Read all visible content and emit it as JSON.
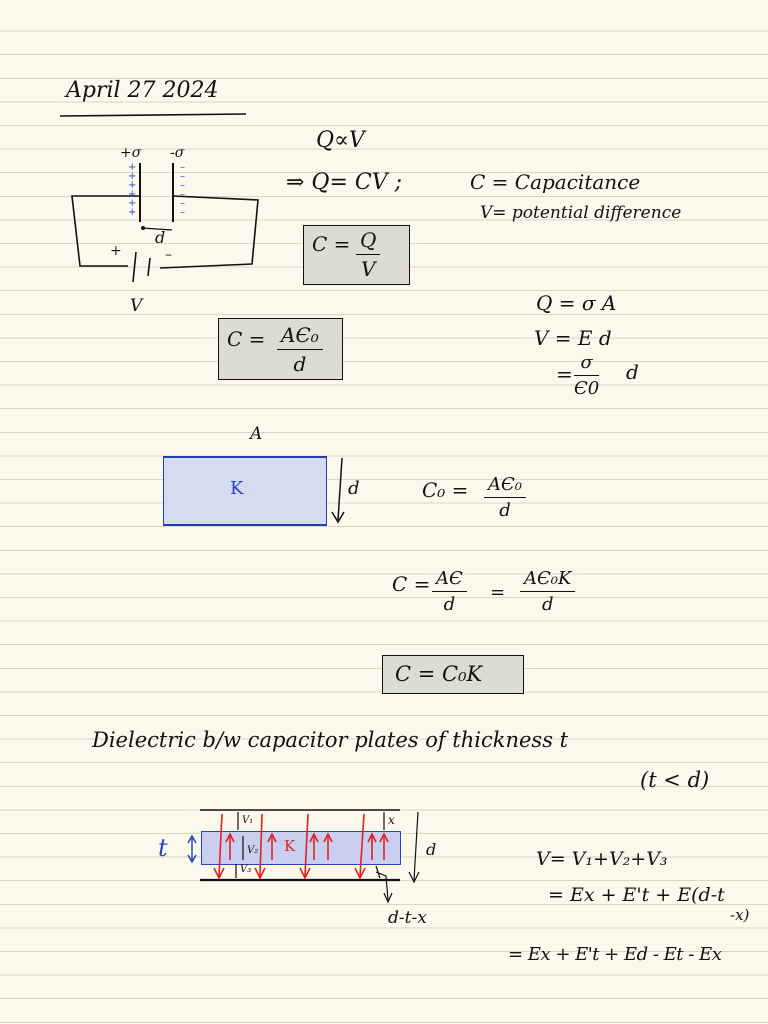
{
  "page": {
    "date": "April 27 2024"
  },
  "capacitor_diagram": {
    "plus_sigma": "+σ",
    "minus_sigma": "-σ",
    "plus_charges": "+ + + + + +",
    "minus_charges": "– – – – – –",
    "distance": "d",
    "plus_terminal": "+",
    "minus_terminal": "–",
    "voltage": "V"
  },
  "relations": {
    "proportional": "Q∝V",
    "arrow_eq": "⇒ Q= CV ;",
    "c_def": "C = Capacitance",
    "v_def": "V= potential difference"
  },
  "boxed_c_qv": {
    "lhs": "C =",
    "num": "Q",
    "den": "V"
  },
  "boxed_c_aed": {
    "lhs": "C =",
    "num": "AЄ₀",
    "den": "d"
  },
  "charge_eqs": {
    "q_eq": "Q = σ A",
    "v_eq": "V = E d",
    "v_eq2_lhs": "=",
    "v_eq2_num": "σ",
    "v_eq2_den": "Є0",
    "v_eq2_rhs": "d"
  },
  "slab_diagram": {
    "area": "A",
    "dielectric": "K",
    "thickness": "d"
  },
  "c0_eq": {
    "lhs": "C₀ =",
    "num": "AЄ₀",
    "den": "d"
  },
  "c_eq": {
    "lhs": "C =",
    "num1": "AЄ",
    "den1": "d",
    "mid": "=",
    "num2": "AЄ₀K",
    "den2": "d"
  },
  "boxed_c_final": "C = C₀K",
  "dielectric_heading": {
    "text": "Dielectric b/w capacitor plates of thickness t",
    "condition": "(t < d)"
  },
  "partial_slab": {
    "thickness": "t",
    "dielectric": "K",
    "gap_x": "x",
    "v1": "V₁",
    "v2": "V₂",
    "v3": "V₃",
    "d": "d",
    "lower_gap": "d-t-x"
  },
  "voltage_eqs": {
    "line1": "V= V₁+V₂+V₃",
    "line2": "= Ex + E't + E(d-t",
    "line2b": "-x)",
    "line3": "= Ex + E't + Ed - Et - Ex"
  }
}
